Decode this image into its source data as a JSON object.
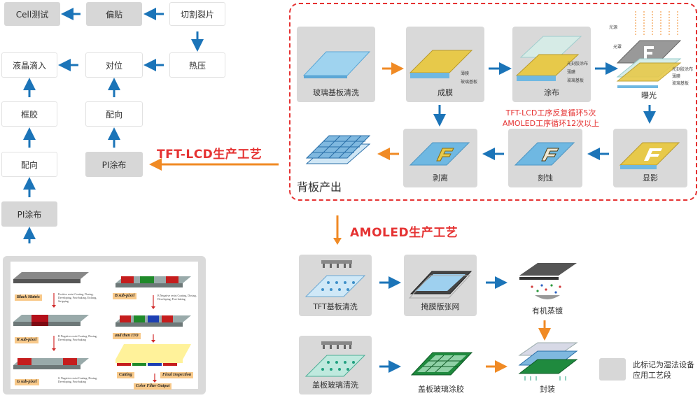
{
  "left_flow": {
    "cell_test": "Cell测试",
    "polarizer": "偏贴",
    "cut_split": "切割裂片",
    "lc_drop": "液晶滴入",
    "align": "对位",
    "hot_press": "热压",
    "frame_glue": "框胶",
    "orient_right": "配向",
    "orient_left": "配向",
    "pi_coat_right": "PI涂布",
    "pi_coat_left": "PI涂布"
  },
  "tft_title": "TFT-LCD生产工艺",
  "amoled_title": "AMOLED生产工艺",
  "tft_stages": {
    "glass_clean": "玻璃基板清洗",
    "film": "成膜",
    "coat": "涂布",
    "expose": "曝光",
    "backplane": "背板产出",
    "strip": "剥离",
    "etch": "刻蚀",
    "develop": "显影"
  },
  "tft_small_labels": {
    "film_layer": "薄膜",
    "glass_substrate": "玻璃基板",
    "photoresist": "光刻胶涂布",
    "film_layer2": "薄膜",
    "glass_substrate2": "玻璃基板",
    "light": "光源",
    "mask": "光罩",
    "photoresist2": "光刻胶涂布",
    "film_layer3": "薄膜",
    "glass_substrate3": "玻璃基板"
  },
  "cycle_note": [
    "TFT-LCD工序反复循环5次",
    "AMOLED工序循环12次以上"
  ],
  "amoled_stages": {
    "tft_clean": "TFT基板清洗",
    "mask_stretch": "掩膜版张网",
    "evaporation": "有机蒸镀",
    "cover_clean": "盖板玻璃清洗",
    "cover_glue": "盖板玻璃涂胶",
    "encap": "封装"
  },
  "legend": [
    "此标记为湿法设备",
    "应用工艺段"
  ],
  "color_filter": {
    "black_matrix": "Black Matrix",
    "r_sub": "R sub-pixel",
    "g_sub": "G sub-pixel",
    "b_sub": "B sub-pixel",
    "ito": "and then ITO",
    "cutting": "Cutting",
    "final": "Final Inspection",
    "output": "Color Filter Output",
    "desc1": "Positive resist Coating, Dosing, Developing, Post-baking, Etching, Stripping",
    "desc2": "R Negative resist Coating, Dosing, Developing, Post-baking",
    "desc3": "G Negative resist Coating, Dosing, Developing, Post-baking",
    "desc4": "B Negative resist Coating, Dosing, Developing, Post-baking"
  },
  "colors": {
    "arrow_blue": "#1b74b8",
    "arrow_orange": "#f08a24",
    "red": "#e53232"
  }
}
